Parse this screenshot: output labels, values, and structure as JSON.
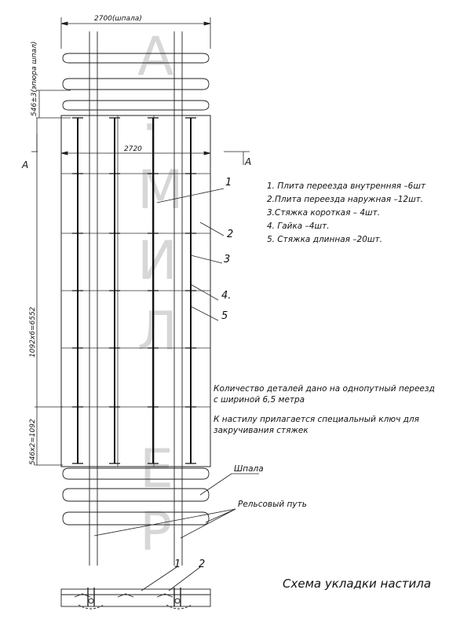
{
  "drawing": {
    "title": "Схема укладки настила",
    "watermark_letters": [
      "А",
      "·",
      "М",
      "И",
      "Л",
      "Е",
      "Р"
    ],
    "dimensions": {
      "top_width": "2700(шпала)",
      "sleeper_spacing": "546±3(эпюра шпал)",
      "deck_width": "2720",
      "total_length": "1092х6=6552",
      "end_span": "546х2=1092"
    },
    "section_label": "А",
    "legend": [
      "1. Плита переезда внутренняя  –6шт",
      "2.Плита переезда наружная  –12шт.",
      "3.Стяжка короткая –  4шт.",
      "4.  Гайка                –4шт.",
      "5.  Стяжка длинная  –20шт."
    ],
    "notes": [
      "Количество деталей дано на однопутный переезд",
      "с шириной 6,5 метра",
      "К настилу прилагается специальный ключ для",
      "закручивания стяжек"
    ],
    "labels": {
      "sleeper": "Шпала",
      "rail_track": "Рельсовый путь"
    },
    "callouts": [
      "1",
      "2",
      "3",
      "4.",
      "5"
    ],
    "section_callouts": [
      "1",
      "2"
    ]
  }
}
